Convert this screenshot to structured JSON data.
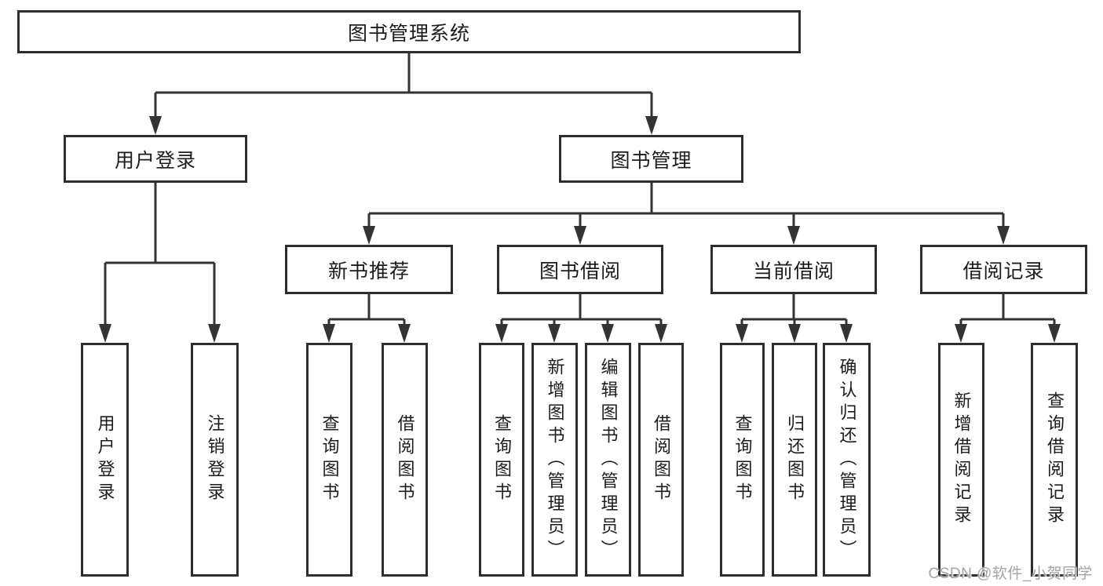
{
  "diagram": {
    "root": {
      "label": "图书管理系统"
    },
    "branches": [
      {
        "label": "用户登录",
        "children": [
          "用户登录",
          "注销登录"
        ]
      },
      {
        "label": "图书管理",
        "groups": [
          {
            "label": "新书推荐",
            "children": [
              "查询图书",
              "借阅图书"
            ]
          },
          {
            "label": "图书借阅",
            "children": [
              "查询图书",
              "新增图书（管理员）",
              "编辑图书（管理员）",
              "借阅图书"
            ]
          },
          {
            "label": "当前借阅",
            "children": [
              "查询图书",
              "归还图书",
              "确认归还（管理员）"
            ]
          },
          {
            "label": "借阅记录",
            "children": [
              "新增借阅记录",
              "查询借阅记录"
            ]
          }
        ]
      }
    ]
  },
  "watermark": "CSDN @软件_小贺同学",
  "colors": {
    "line": "#333333",
    "box_border": "#2d2d2d",
    "text": "#1c1c1c",
    "watermark": "#a3a3a3",
    "background": "#ffffff"
  }
}
